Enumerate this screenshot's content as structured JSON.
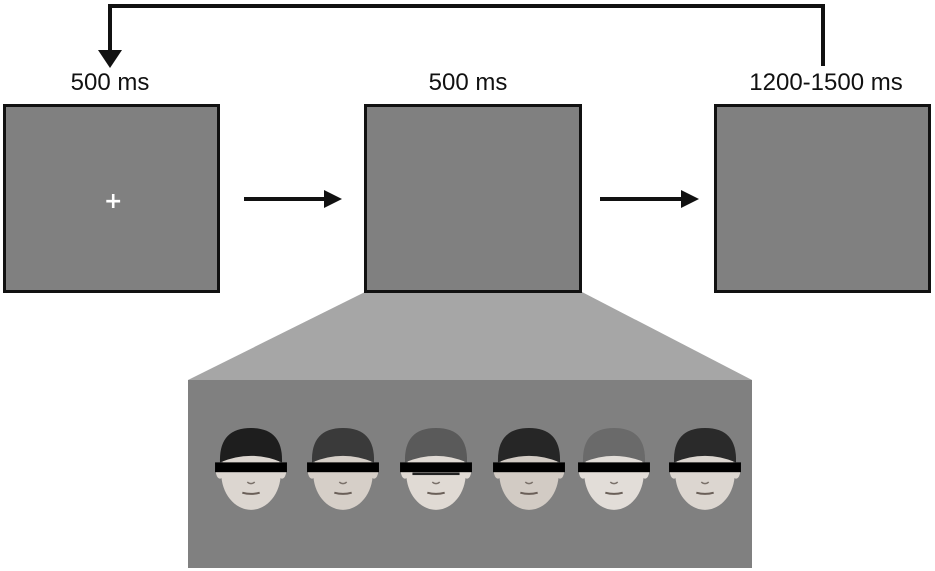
{
  "trial": {
    "fixation_duration": "500 ms",
    "face_duration": "500 ms",
    "blank_duration": "1200-1500 ms",
    "fixation_symbol": "+"
  },
  "colors": {
    "panel_gray": "#808080",
    "projection_gray": "#a6a6a6",
    "outline": "#111111",
    "eye_bar": "#000000"
  },
  "faces": {
    "stimulus": {
      "hair": "#2b2b2b",
      "skin": "#d9d2cc"
    },
    "examples": [
      {
        "hair": "#1e1e1e",
        "skin": "#dcd6d0"
      },
      {
        "hair": "#3a3a3a",
        "skin": "#d6cfc8"
      },
      {
        "hair": "#5a5a5a",
        "skin": "#e0dad4",
        "glasses": true
      },
      {
        "hair": "#262626",
        "skin": "#d2cbc4"
      },
      {
        "hair": "#6a6a6a",
        "skin": "#e2ddd8"
      },
      {
        "hair": "#2a2a2a",
        "skin": "#dcd6d0"
      }
    ]
  }
}
